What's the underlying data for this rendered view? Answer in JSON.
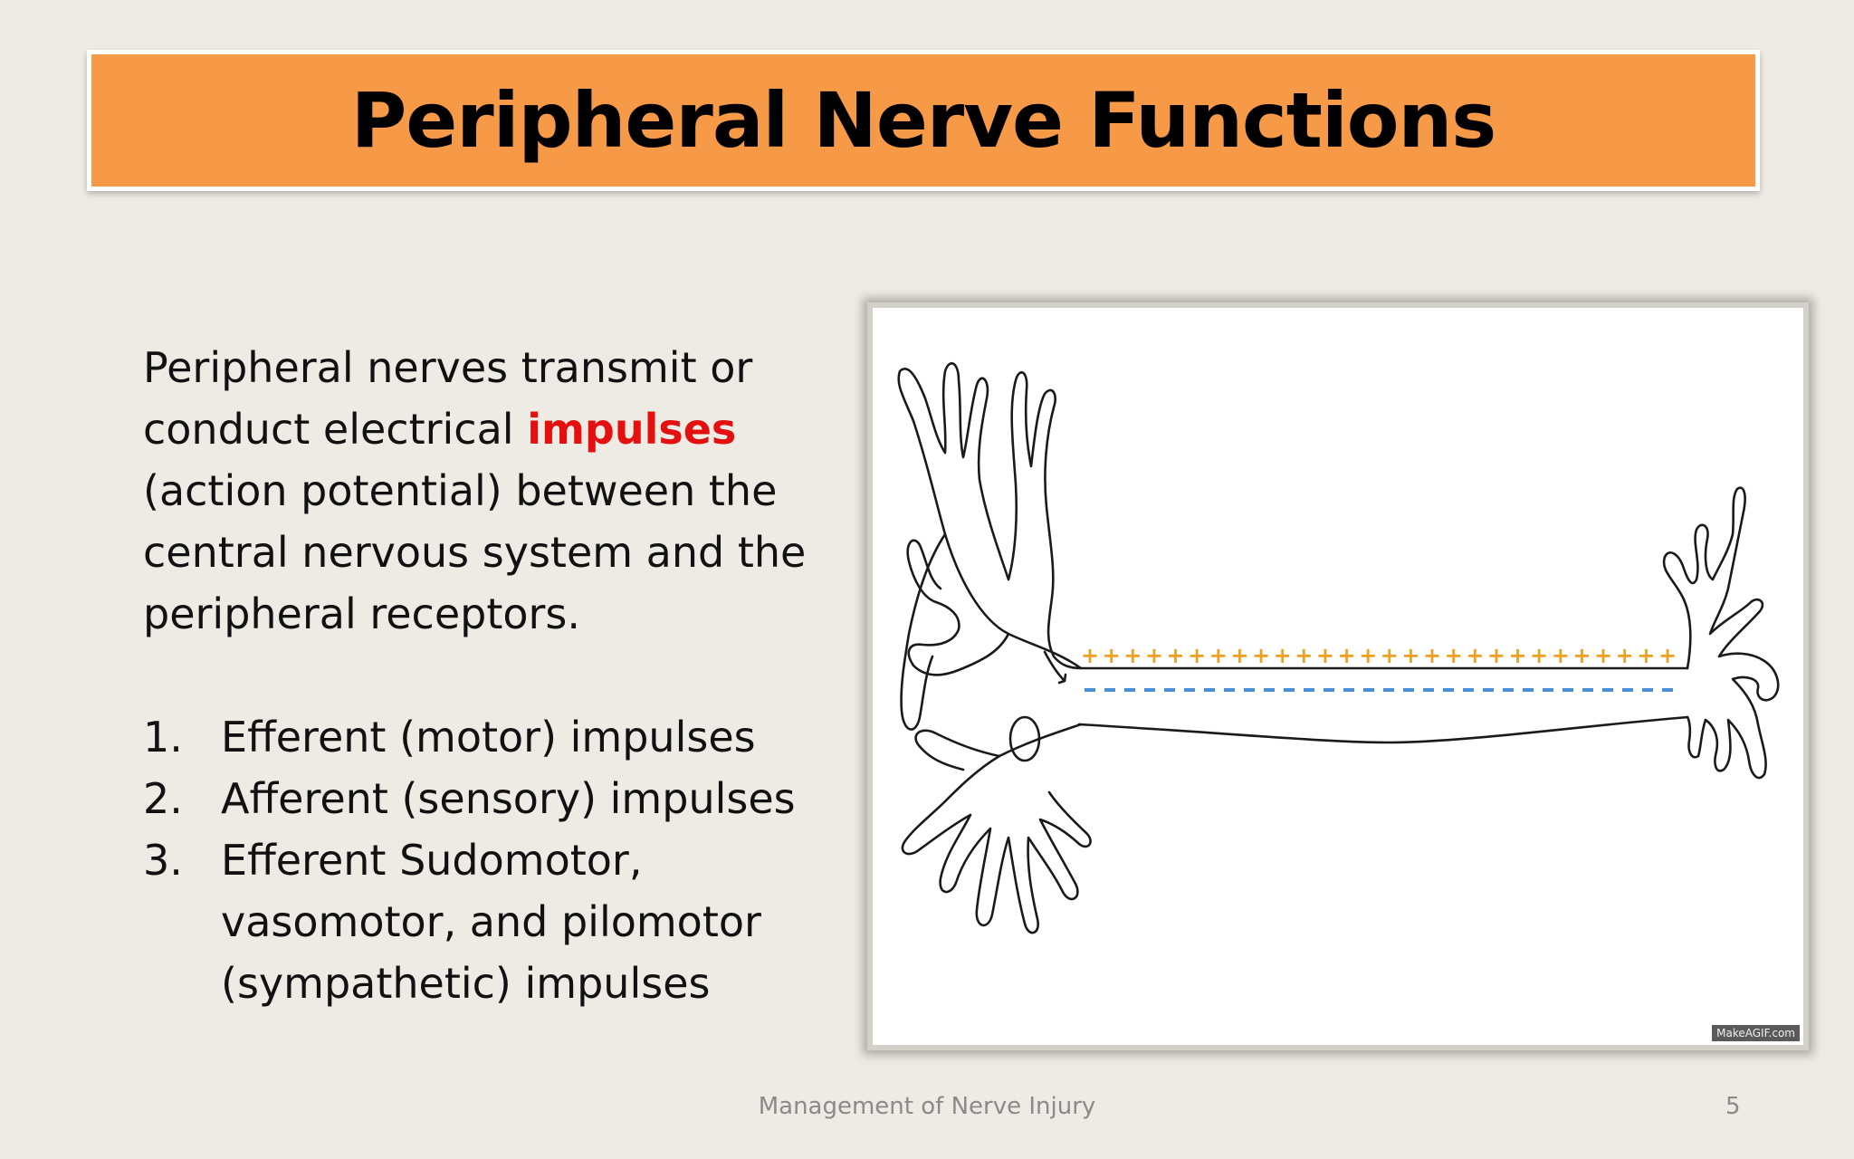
{
  "slide": {
    "title": "Peripheral Nerve Functions",
    "intro": {
      "before": "Peripheral nerves  transmit or conduct electrical ",
      "highlight": "impulses",
      "after": " (action potential) between the central nervous system and the peripheral receptors."
    },
    "list": [
      {
        "number": "1.",
        "text": "Efferent (motor) impulses"
      },
      {
        "number": "2.",
        "text": "Afferent (sensory) impulses"
      },
      {
        "number": "3.",
        "text": "Efferent Sudomotor, vasomotor, and pilomotor (sympathetic) impulses"
      }
    ],
    "figure": {
      "watermark": "MakeAGIF.com",
      "colors": {
        "positive": "#f0a020",
        "negative": "#4a90d9",
        "outline": "#1a1a1a"
      },
      "signs": {
        "positive": "+",
        "negative": "-"
      }
    },
    "footer": "Management of Nerve Injury",
    "page_number": "5"
  },
  "colors": {
    "background": "#eeebe5",
    "title_bar": "#f79a48",
    "highlight": "#e3100f"
  }
}
